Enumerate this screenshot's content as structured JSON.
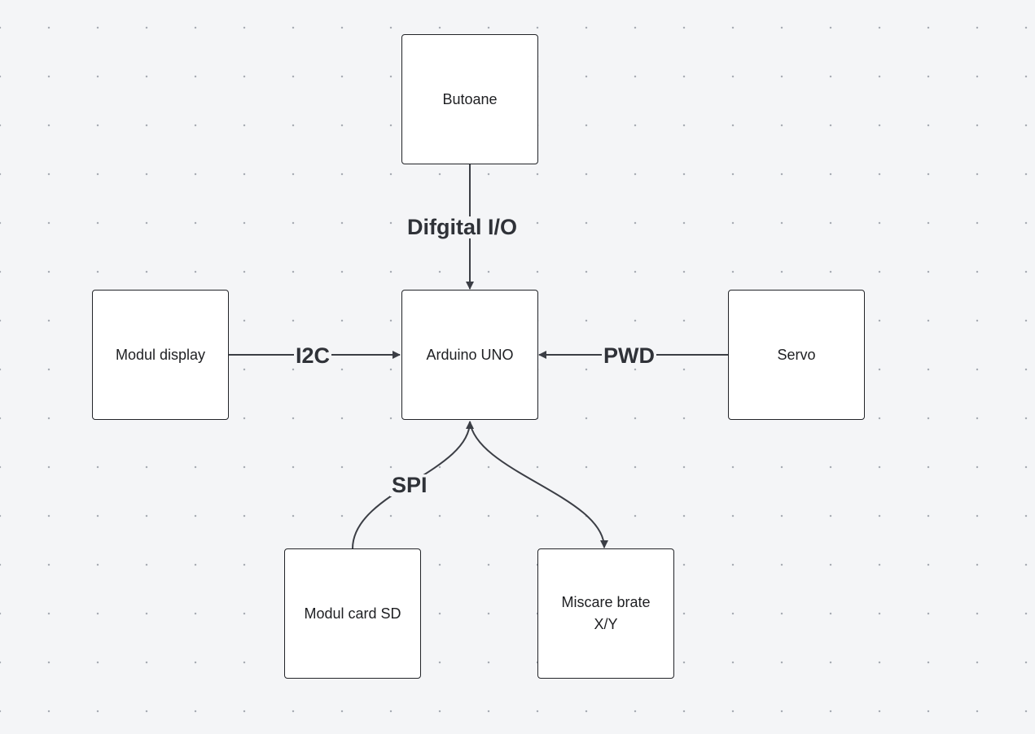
{
  "diagram": {
    "nodes": {
      "butoane": {
        "label": "Butoane"
      },
      "arduino": {
        "label": "Arduino UNO"
      },
      "display": {
        "label": "Modul display"
      },
      "servo": {
        "label": "Servo"
      },
      "sdcard": {
        "label": "Modul card SD"
      },
      "brate": {
        "label": "Miscare brate\nX/Y"
      }
    },
    "edges": {
      "digital": {
        "label": "Difgital I/O",
        "from": "butoane",
        "to": "arduino"
      },
      "i2c": {
        "label": "I2C",
        "from": "display",
        "to": "arduino"
      },
      "pwd": {
        "label": "PWD",
        "from": "servo",
        "to": "arduino"
      },
      "spi": {
        "label": "SPI",
        "from": "sdcard",
        "to": "arduino"
      },
      "xy": {
        "label": "",
        "from": "arduino",
        "to": "brate"
      }
    },
    "colors": {
      "background": "#f4f5f7",
      "node_fill": "#ffffff",
      "node_border": "#222428",
      "edge": "#3b3e45",
      "label": "#2f3238"
    }
  }
}
